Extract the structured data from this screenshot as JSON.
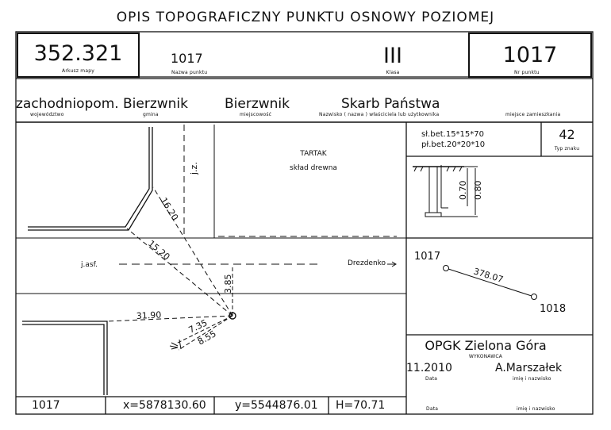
{
  "header": {
    "title": "OPIS TOPOGRAFICZNY PUNKTU OSNOWY POZIOMEJ",
    "sheet": {
      "value": "352.321",
      "label": "Arkusz mapy"
    },
    "point_name": {
      "value": "1017",
      "label": "Nazwa punktu"
    },
    "class": {
      "value": "III",
      "label": "Klasa"
    },
    "point_no": {
      "value": "1017",
      "label": "Nr punktu"
    }
  },
  "admin": {
    "voivodeship": {
      "value": "zachodniopom.",
      "label": "województwo"
    },
    "commune": {
      "value": "Bierzwnik",
      "label": "gmina"
    },
    "locality": {
      "value": "Bierzwnik",
      "label": "miejscowość"
    },
    "owner": {
      "value": "Skarb Państwa",
      "label": "Nazwisko ( nazwa ) właściciela lub użytkownika"
    },
    "residence": {
      "value": "",
      "label": "miejsce zamieszkania"
    }
  },
  "sketch": {
    "area_name": "TARTAK",
    "area_desc": "skład drewna",
    "road_label": "j.asf.",
    "side_road_label": "j.z.",
    "direction_label": "Drezdenko",
    "measurements": [
      "16.20",
      "15.20",
      "3.85",
      "31.90",
      "7.35",
      "8.55"
    ]
  },
  "marker": {
    "materials": [
      "sł.bet.15*15*70",
      "pł.bet.20*20*10"
    ],
    "type_value": "42",
    "type_label": "Typ znaku",
    "depths": [
      "0.70",
      "0.80"
    ]
  },
  "relation": {
    "from_point": "1017",
    "to_point": "1018",
    "distance": "378.07"
  },
  "executor": {
    "company": "OPGK Zielona Góra",
    "company_label": "WYKONAWCA",
    "date": "11.2010",
    "date_label": "Data",
    "person": "A.Marszałek",
    "person_label": "imię i nazwisko"
  },
  "footer": {
    "point": "1017",
    "x": "x=5878130.60",
    "y": "y=5544876.01",
    "h": "H=70.71",
    "date_label": "Data",
    "person_label": "imię i nazwisko"
  }
}
